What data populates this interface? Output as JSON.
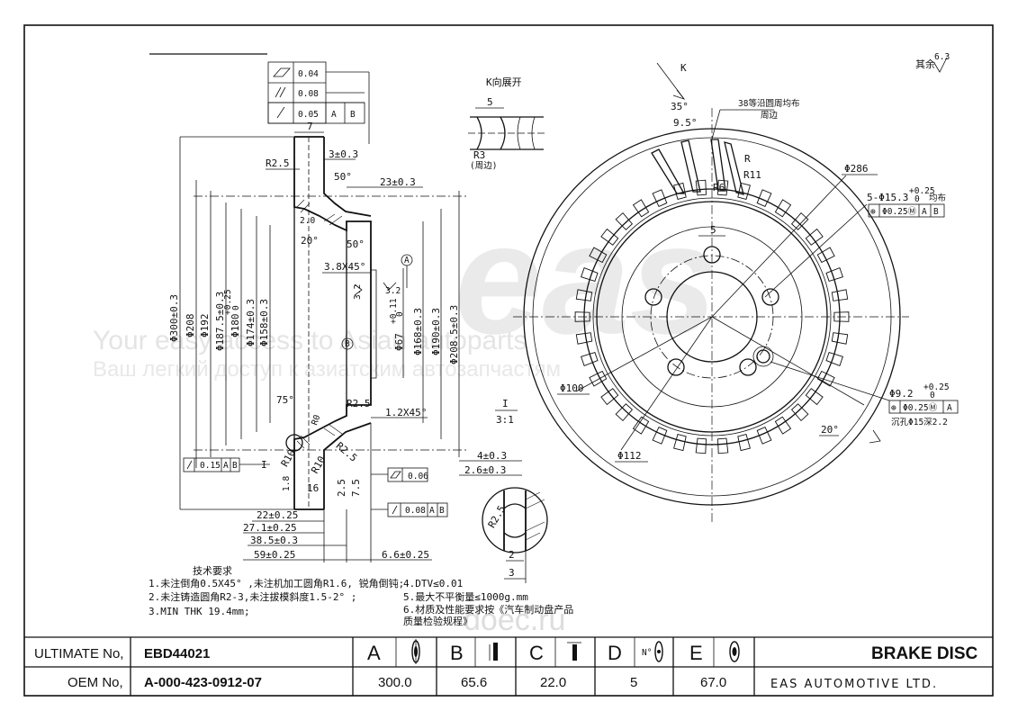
{
  "watermark": {
    "logo": "eas",
    "line1": "Your easy access to Asian autoparts",
    "line2": "Ваш легкий доступ к азиатским автозапчастям",
    "site": "doec.ru"
  },
  "tolerance_frame": {
    "rows": [
      {
        "value": "0.04"
      },
      {
        "value": "0.08"
      },
      {
        "value": "0.05",
        "datums": [
          "A",
          "B"
        ]
      }
    ]
  },
  "k_view": {
    "title": "K向展开",
    "width": "5",
    "radius": "R3",
    "note": "(周边)"
  },
  "section_view": {
    "dims_top": [
      "7",
      "3±0.3",
      "R2.5",
      "50°",
      "23±0.3",
      "2.0",
      "20°",
      "50°",
      "3.8X45°",
      "3.2",
      "3.2"
    ],
    "dims_left": [
      "Φ300±0.3",
      "Φ208",
      "Φ192",
      "Φ187.5±0.3",
      "Φ180",
      "+0.25",
      "0",
      "Φ174±0.3",
      "Φ158±0.3"
    ],
    "dims_right": [
      "Φ67",
      "+0.11",
      "0",
      "Φ168±0.3",
      "Φ190±0.3",
      "Φ208.5±0.3"
    ],
    "dims_lower": [
      "75°",
      "R2.5",
      "1.2X45°",
      "R10",
      "R0",
      "R2.5",
      "R10",
      "1.8",
      "16",
      "2.5",
      "7.5"
    ],
    "datum_a": "A",
    "datum_b": "B",
    "frame_runout": {
      "value": "0.15",
      "datums": [
        "A",
        "B"
      ]
    },
    "frame_flat": {
      "value": "0.06"
    },
    "frame_perp": {
      "value": "0.08",
      "datums": [
        "A",
        "B"
      ]
    },
    "dims_bottom": [
      "22±0.25",
      "27.1±0.25",
      "38.5±0.3",
      "59±0.25",
      "6.6±0.25",
      "4±0.3",
      "2.6±0.3"
    ]
  },
  "detail_view": {
    "label": "I",
    "scale": "3:1",
    "radius": "R2.5",
    "dim1": "2",
    "dim2": "3"
  },
  "front_view": {
    "k_label": "K",
    "surface": "其余",
    "surface_value": "6.3",
    "angle": "35°",
    "angle2": "9.5°",
    "note": "38等沿圆周均布",
    "note2": "周边",
    "r_label": "R",
    "r11": "R11",
    "r6": "R6",
    "slot_width": "5",
    "outer_dia": "Φ286",
    "holes": "5-Φ15.3",
    "holes_tol_upper": "+0.25",
    "holes_tol_lower": "0",
    "holes_note": "均布",
    "holes_frame": {
      "symbol": "⊕",
      "value": "Φ0.25Ⓜ",
      "datums": [
        "A",
        "B"
      ]
    },
    "center_dia": "Φ100",
    "pcd": "Φ112",
    "small_hole": "Φ9.2",
    "small_hole_tol": "+0.25",
    "small_hole_tol_lower": "0",
    "small_frame": {
      "symbol": "⊕",
      "value": "Φ0.25Ⓜ",
      "datums": [
        "A"
      ]
    },
    "small_note": "沉孔Φ15深2.2",
    "small_angle": "20°"
  },
  "tech_notes": {
    "title": "技术要求",
    "lines": [
      "1.未注倒角0.5X45°  ,未注机加工圆角R1.6, 锐角倒钝;",
      "2.未注铸造圆角R2-3,未注拔模斜度1.5-2° ;",
      "3.MIN THK 19.4mm;"
    ],
    "lines_right": [
      "4.DTV≤0.01",
      "5.最大不平衡量≤1000g.mm",
      "6.材质及性能要求按《汽车制动盘产品",
      "  质量检验规程》"
    ]
  },
  "title_block": {
    "ultimate_label": "ULTIMATE No,",
    "ultimate_value": "EBD44021",
    "oem_label": "OEM No,",
    "oem_value": "A-000-423-0912-07",
    "columns": [
      {
        "letter": "A",
        "value": "300.0"
      },
      {
        "letter": "B",
        "value": "65.6"
      },
      {
        "letter": "C",
        "value": "22.0"
      },
      {
        "letter": "D",
        "value": "5"
      },
      {
        "letter": "E",
        "value": "67.0"
      }
    ],
    "d_icon_text": "N°",
    "product": "BRAKE DISC",
    "company": "EAS AUTOMOTIVE LTD."
  }
}
